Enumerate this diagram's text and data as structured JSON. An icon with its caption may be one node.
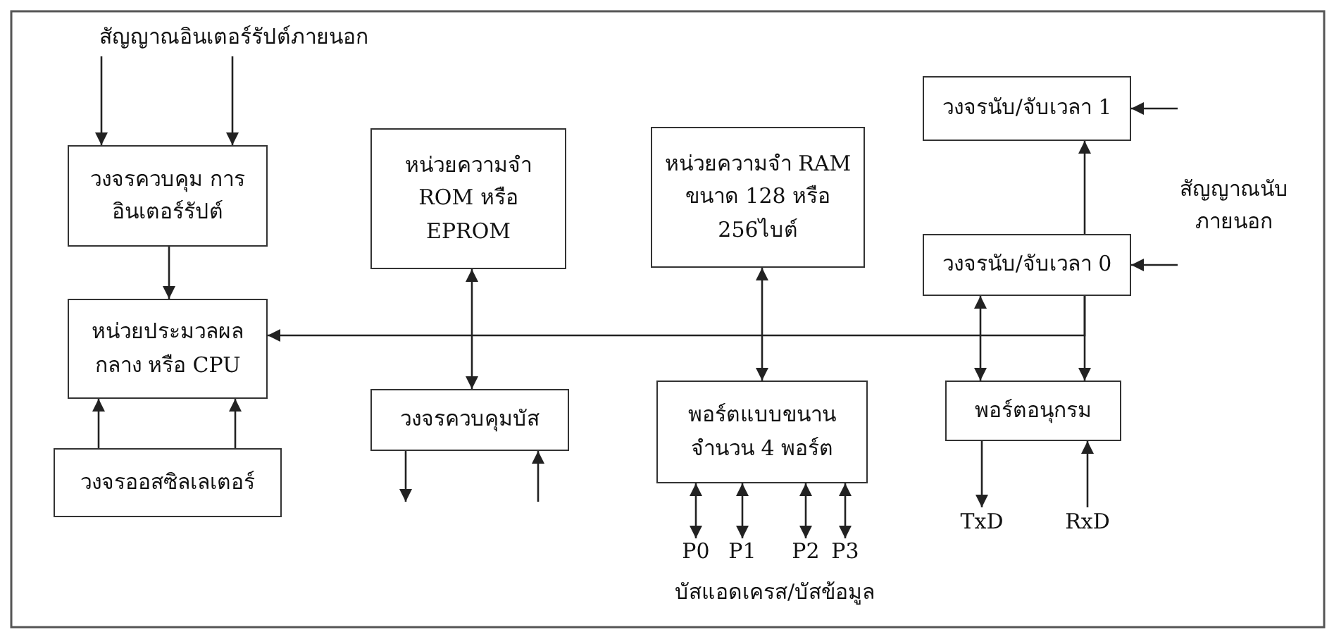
{
  "diagram": {
    "nodes": [
      {
        "text": [
          "สัญญาณอินเตอร์รัปต์ภายนอก"
        ]
      },
      {
        "text": [
          "วงจรควบคุม การอินเตอร์รัปต์"
        ]
      },
      {
        "text": [
          "หน่วยประมวลผล กลาง หรือ CPU"
        ]
      },
      {
        "text": [
          "วงจรออสซิลเลเตอร์"
        ]
      },
      {
        "text": [
          "หน่วยความจำ ROM หรือ EPROM"
        ]
      },
      {
        "text": [
          "วงจรควบคุมบัส"
        ]
      },
      {
        "text": [
          "หน่วยความจำ RAM ขนาด 128 หรือ 256ไบต์"
        ]
      },
      {
        "text": [
          "พอร์ตแบบขนาน จำนวน 4 พอร์ต"
        ]
      },
      {
        "text": [
          "P0"
        ]
      },
      {
        "text": [
          "P1"
        ]
      },
      {
        "text": [
          "P2"
        ]
      },
      {
        "text": [
          "P3"
        ]
      },
      {
        "text": [
          "วงจรนับ/จับเวลา 1"
        ]
      },
      {
        "text": [
          "วงจรนับ/จับเวลา 0"
        ]
      },
      {
        "text": [
          "สัญญาณนับ ภายนอก"
        ]
      },
      {
        "text": [
          "พอร์ตอนุกรม"
        ]
      },
      {
        "text": [
          "TxD"
        ]
      },
      {
        "text": [
          "RxD"
        ]
      }
    ],
    "edges": [
      {
        "from": 0,
        "to": 1,
        "arrow": "to"
      },
      {
        "from": 0,
        "to": 1,
        "arrow": "to"
      },
      {
        "from": 1,
        "to": 2,
        "arrow": "to"
      },
      {
        "from": 3,
        "to": 2,
        "arrow": "to"
      },
      {
        "from": 3,
        "to": 2,
        "arrow": "to"
      },
      {
        "from": 4,
        "to": 5,
        "arrow": "both"
      },
      {
        "from": 6,
        "to": 7,
        "arrow": "both"
      },
      {
        "from": 13,
        "to": 12,
        "arrow": "to"
      },
      {
        "from": null,
        "to": 12,
        "arrow": "to"
      },
      {
        "from": null,
        "to": 13,
        "arrow": "to"
      },
      {
        "from": 13,
        "to": 15,
        "arrow": "both"
      },
      {
        "from": 13,
        "to": 15,
        "arrow": "to"
      },
      {
        "from": 13,
        "to": 2,
        "arrow": "to"
      },
      {
        "from": 5,
        "to": null,
        "arrow": "to"
      },
      {
        "from": null,
        "to": 5,
        "arrow": "to"
      },
      {
        "from": 7,
        "to": 8,
        "arrow": "both"
      },
      {
        "from": 7,
        "to": 9,
        "arrow": "both"
      },
      {
        "from": 7,
        "to": 10,
        "arrow": "both"
      },
      {
        "from": 7,
        "to": 11,
        "arrow": "both"
      },
      {
        "from": 15,
        "to": 16,
        "arrow": "to"
      },
      {
        "from": 17,
        "to": 15,
        "arrow": "to"
      }
    ],
    "labels": [
      "บัสแอดเครส/บัสข้อมูล"
    ]
  }
}
